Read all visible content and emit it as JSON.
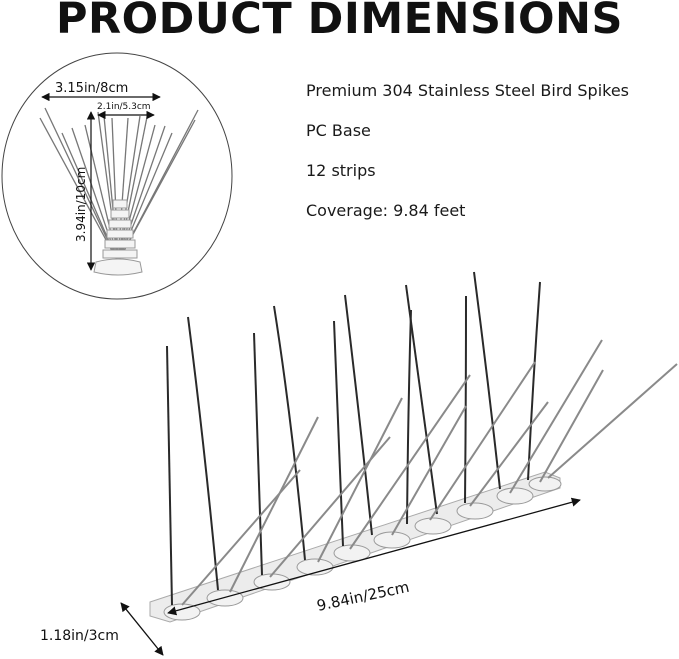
{
  "title": "PRODUCT DIMENSIONS",
  "features": [
    "Premium 304 Stainless Steel Bird Spikes",
    "PC Base",
    "12 strips",
    "Coverage: 9.84 feet"
  ],
  "dimensions": {
    "top_width": "3.15in/8cm",
    "inner_width": "2.1in/5.3cm",
    "height": "3.94in/10cm",
    "length": "9.84in/25cm",
    "base_width": "1.18in/3cm"
  }
}
